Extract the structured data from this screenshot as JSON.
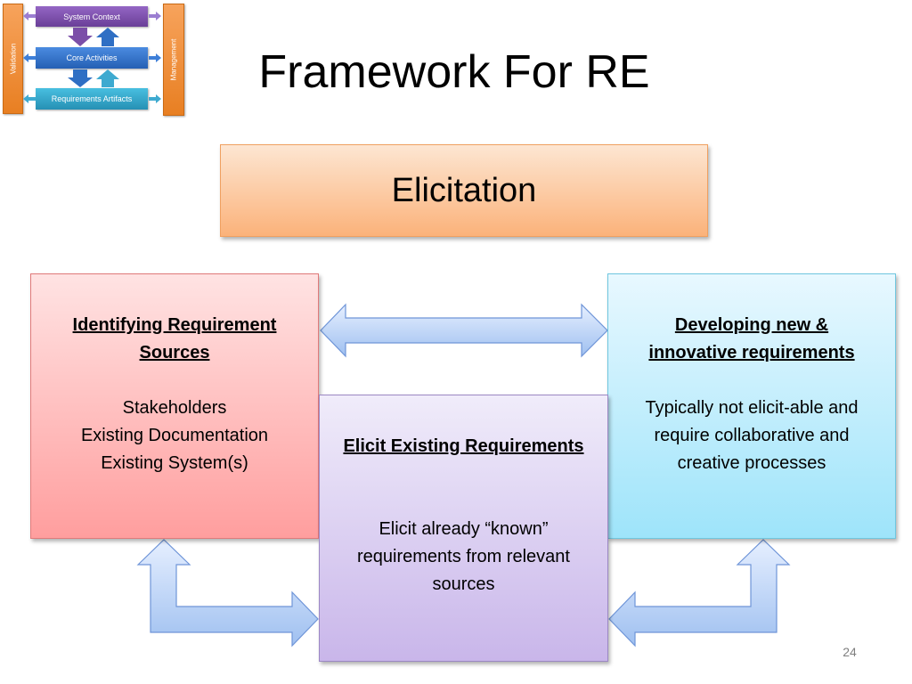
{
  "slide": {
    "title": "Framework For RE",
    "page_number": "24"
  },
  "mini_diagram": {
    "left_bar": "Validation",
    "right_bar": "Management",
    "boxes": [
      "System Context",
      "Core Activities",
      "Requirements Artifacts"
    ],
    "colors": {
      "system_context": "#7b4fa8",
      "core_activities": "#2f6fc4",
      "artifacts": "#2e9dc0",
      "side_bars": "#e87f22"
    }
  },
  "elicitation": {
    "label": "Elicitation"
  },
  "left_box": {
    "heading_line1": "Identifying Requirement",
    "heading_line2": "Sources",
    "items": [
      "Stakeholders",
      "Existing Documentation",
      "Existing System(s)"
    ]
  },
  "middle_box": {
    "heading": "Elicit Existing Requirements",
    "lines": [
      "Elicit already “known”",
      "requirements from relevant",
      "sources"
    ]
  },
  "right_box": {
    "heading_line1": "Developing new &",
    "heading_line2": "innovative requirements",
    "lines": [
      "Typically not elicit-able and",
      "require collaborative and",
      "creative processes"
    ]
  },
  "colors": {
    "elicitation_fill": "#fbb27a",
    "left_fill": "#ff9e9e",
    "middle_fill": "#c9b6ea",
    "right_fill": "#9ee4fa",
    "arrow_fill": "#b9d2f7"
  }
}
